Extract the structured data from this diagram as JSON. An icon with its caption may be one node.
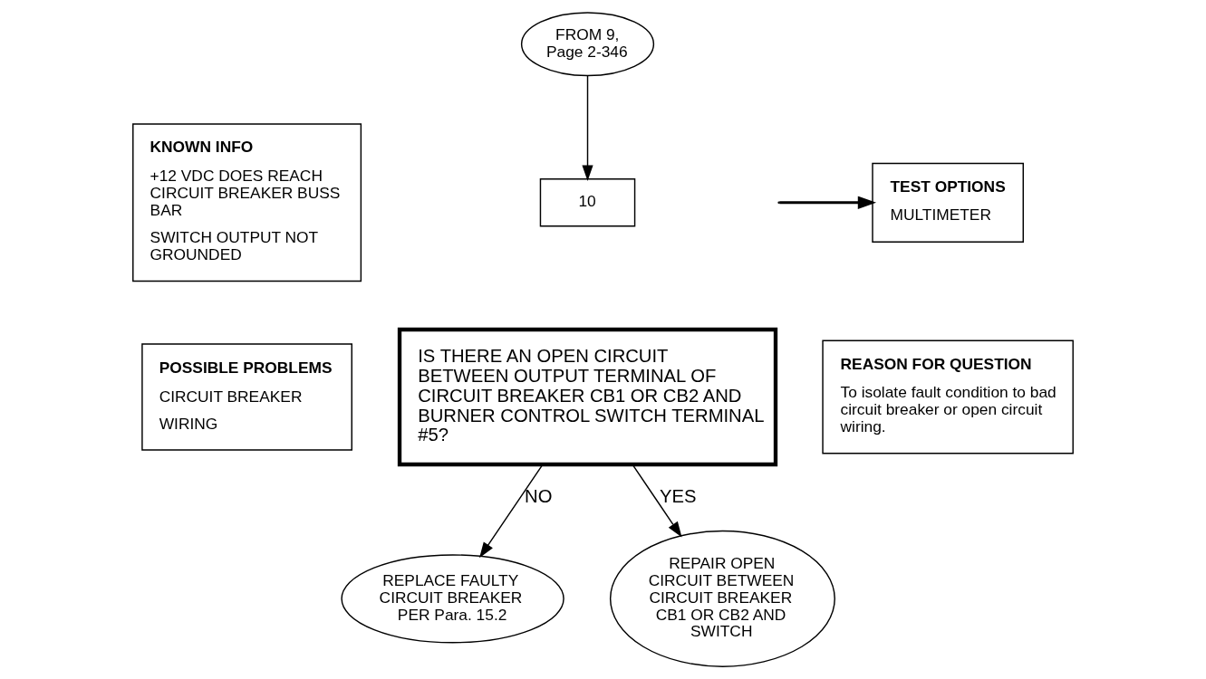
{
  "diagram": {
    "nodes": [
      {
        "text": [
          "KNOWN INFO",
          "+12 VDC DOES REACH CIRCUIT BREAKER BUSS BAR",
          "SWITCH OUTPUT NOT GROUNDED"
        ]
      },
      {
        "text": [
          "POSSIBLE PROBLEMS",
          "CIRCUIT BREAKER",
          "WIRING"
        ]
      },
      {
        "text": [
          "FROM 9, Page 2-346"
        ]
      },
      {
        "text": [
          "10"
        ]
      },
      {
        "text": [
          "IS THERE AN OPEN CIRCUIT BETWEEN OUTPUT TERMINAL OF CIRCUIT BREAKER CB1 OR CB2 AND BURNER CONTROL SWITCH TERMINAL #5?"
        ]
      },
      {
        "text": [
          "TEST OPTIONS",
          "MULTIMETER"
        ]
      },
      {
        "text": [
          "REASON FOR QUESTION",
          "To isolate fault condition to bad circuit breaker or open circuit wiring."
        ]
      },
      {
        "text": [
          "REPLACE FAULTY CIRCUIT BREAKER PER Para. 15.2"
        ]
      },
      {
        "text": [
          "REPAIR OPEN CIRCUIT BETWEEN CIRCUIT BREAKER CB1 OR CB2 AND SWITCH"
        ]
      }
    ],
    "edges": [
      {
        "from": 2,
        "to": 3,
        "arrow": "to"
      },
      {
        "from": 4,
        "to": 7,
        "label": "NO",
        "arrow": "to"
      },
      {
        "from": 4,
        "to": 8,
        "label": "YES",
        "arrow": "to"
      },
      {
        "from": null,
        "to": 5,
        "arrow": "to"
      }
    ]
  }
}
